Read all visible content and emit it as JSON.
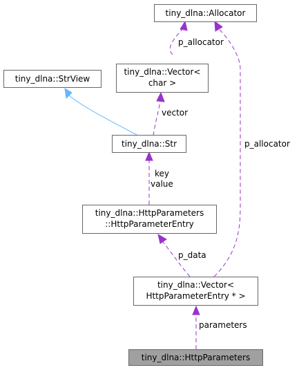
{
  "nodes": {
    "allocator": {
      "lines": [
        "tiny_dlna::Allocator"
      ]
    },
    "strview": {
      "lines": [
        "tiny_dlna::StrView"
      ]
    },
    "vector_char": {
      "lines": [
        "tiny_dlna::Vector<",
        "char >"
      ]
    },
    "str": {
      "lines": [
        "tiny_dlna::Str"
      ]
    },
    "http_param_entry": {
      "lines": [
        "tiny_dlna::HttpParameters",
        "::HttpParameterEntry"
      ]
    },
    "vector_entry": {
      "lines": [
        "tiny_dlna::Vector<",
        "HttpParameterEntry * >"
      ]
    },
    "http_parameters": {
      "lines": [
        "tiny_dlna::HttpParameters"
      ]
    }
  },
  "edges": {
    "p_allocator_left": "p_allocator",
    "p_allocator_right": "p_allocator",
    "vector": "vector",
    "key": "key",
    "value": "value",
    "p_data": "p_data",
    "parameters": "parameters"
  },
  "colors": {
    "usage_edge": "#9a32cd",
    "inherit_edge": "#63b8ff",
    "highlight_fill": "#a0a0a0"
  }
}
